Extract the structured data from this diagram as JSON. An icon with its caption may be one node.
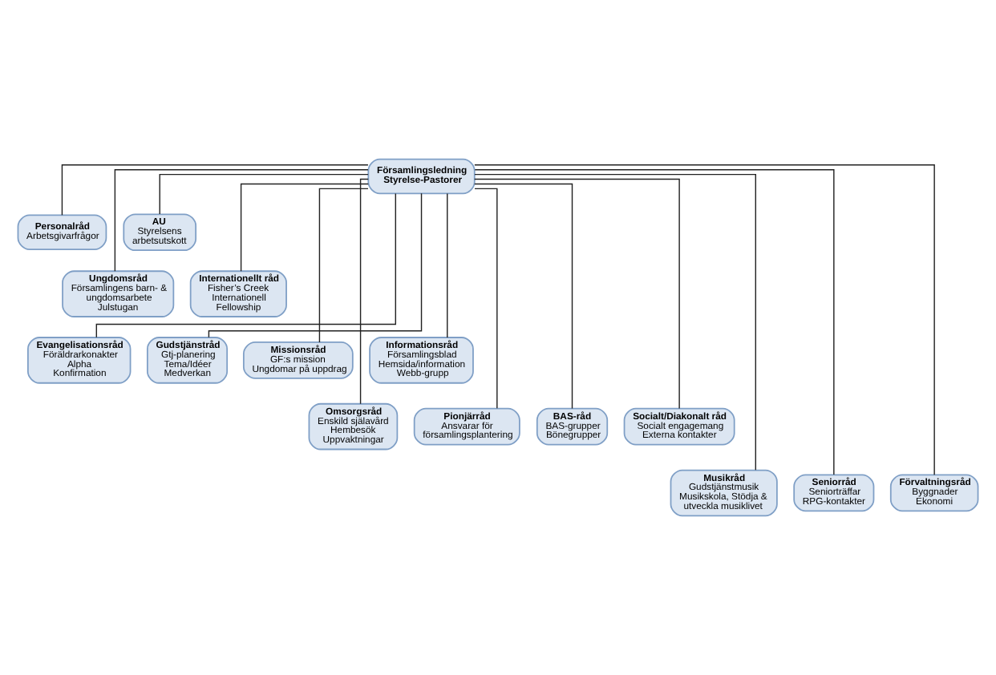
{
  "diagram": {
    "nodes": [
      {
        "text": [
          "Församlingsledning",
          "Styrelse-Pastorer"
        ]
      },
      {
        "text": [
          "Personalråd",
          "Arbetsgivarfrågor"
        ]
      },
      {
        "text": [
          "AU",
          "Styrelsens arbetsutskott"
        ]
      },
      {
        "text": [
          "Ungdomsråd",
          "Församlingens barn- & ungdomsarbete",
          "Julstugan"
        ]
      },
      {
        "text": [
          "Internationellt råd",
          "Fisher’s Creek Internationell Fellowship"
        ]
      },
      {
        "text": [
          "Evangelisationsråd",
          "Föräldrarkonakter",
          "Alpha",
          "Konfirmation"
        ]
      },
      {
        "text": [
          "Gudstjänstråd",
          "Gtj-planering",
          "Tema/Idéer",
          "Medverkan"
        ]
      },
      {
        "text": [
          "Missionsråd",
          "GF:s mission",
          "Ungdomar på uppdrag"
        ]
      },
      {
        "text": [
          "Informationsråd",
          "Församlingsblad",
          "Hemsida/information",
          "Webb-grupp"
        ]
      },
      {
        "text": [
          "Omsorgsråd",
          "Enskild själavård",
          "Hembesök",
          "Uppvaktningar"
        ]
      },
      {
        "text": [
          "Pionjärråd",
          "Ansvarar för församlingsplantering"
        ]
      },
      {
        "text": [
          "BAS-råd",
          "BAS-grupper",
          "Bönegrupper"
        ]
      },
      {
        "text": [
          "Socialt/Diakonalt råd",
          "Socialt engagemang",
          "Externa kontakter"
        ]
      },
      {
        "text": [
          "Musikråd",
          "Gudstjänstmusik",
          "Musikskola, Stödja & utveckla musiklivet"
        ]
      },
      {
        "text": [
          "Seniorråd",
          "Seniorträffar",
          "RPG-kontakter"
        ]
      },
      {
        "text": [
          "Förvaltningsråd",
          "Byggnader",
          "Ekonomi"
        ]
      }
    ],
    "edges": [
      {
        "from": 0,
        "to": 1,
        "arrow": "none"
      },
      {
        "from": 0,
        "to": 2,
        "arrow": "none"
      },
      {
        "from": 0,
        "to": 3,
        "arrow": "none"
      },
      {
        "from": 0,
        "to": 4,
        "arrow": "none"
      },
      {
        "from": 0,
        "to": 5,
        "arrow": "none"
      },
      {
        "from": 0,
        "to": 6,
        "arrow": "none"
      },
      {
        "from": 0,
        "to": 7,
        "arrow": "none"
      },
      {
        "from": 0,
        "to": 8,
        "arrow": "none"
      },
      {
        "from": 0,
        "to": 9,
        "arrow": "none"
      },
      {
        "from": 0,
        "to": 10,
        "arrow": "none"
      },
      {
        "from": 0,
        "to": 11,
        "arrow": "none"
      },
      {
        "from": 0,
        "to": 12,
        "arrow": "none"
      },
      {
        "from": 0,
        "to": 13,
        "arrow": "none"
      },
      {
        "from": 0,
        "to": 14,
        "arrow": "none"
      },
      {
        "from": 0,
        "to": 15,
        "arrow": "none"
      }
    ]
  }
}
